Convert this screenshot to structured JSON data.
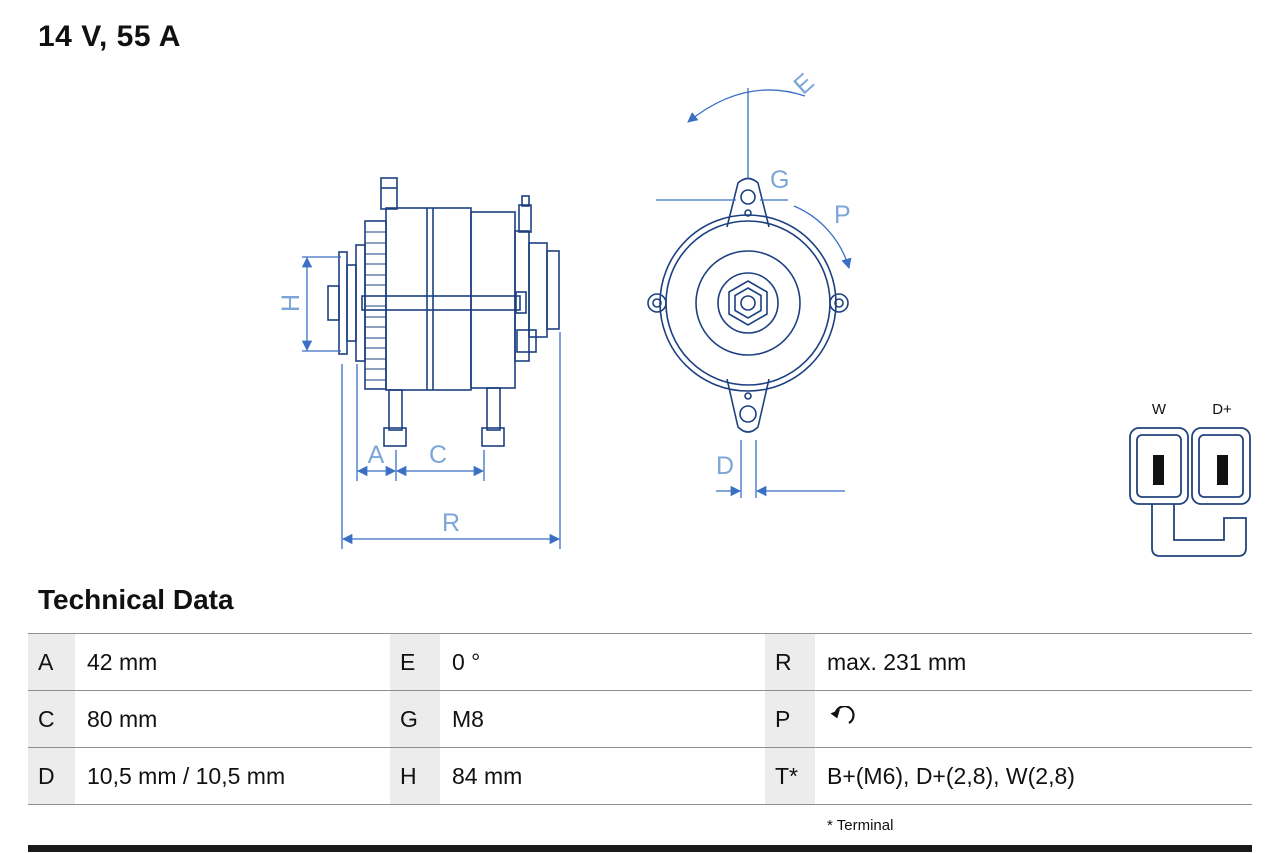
{
  "title": "14 V, 55 A",
  "colors": {
    "drawing_line": "#1d4080",
    "dimension_line": "#3a6fc4",
    "dimension_label": "#7da6d8",
    "table_line": "#8f8f8f",
    "key_cell_bg": "#ececec",
    "bottom_bar": "#1a1a1a"
  },
  "diagram": {
    "labels": {
      "H": "H",
      "A": "A",
      "C": "C",
      "R": "R",
      "E": "E",
      "G": "G",
      "P": "P",
      "D": "D"
    },
    "connector_labels": {
      "left": "W",
      "right": "D+"
    }
  },
  "tech": {
    "heading": "Technical Data",
    "rows": [
      {
        "c1k": "A",
        "c1v": "42 mm",
        "c2k": "E",
        "c2v": "0 °",
        "c3k": "R",
        "c3v": "max. 231 mm"
      },
      {
        "c1k": "C",
        "c1v": "80 mm",
        "c2k": "G",
        "c2v": "M8",
        "c3k": "P",
        "c3v": "",
        "c3icon": "counterclockwise-rotation-icon"
      },
      {
        "c1k": "D",
        "c1v": "10,5 mm / 10,5 mm",
        "c2k": "H",
        "c2v": "84 mm",
        "c3k": "T*",
        "c3v": "B+(M6), D+(2,8), W(2,8)"
      }
    ],
    "footnote": "* Terminal"
  }
}
